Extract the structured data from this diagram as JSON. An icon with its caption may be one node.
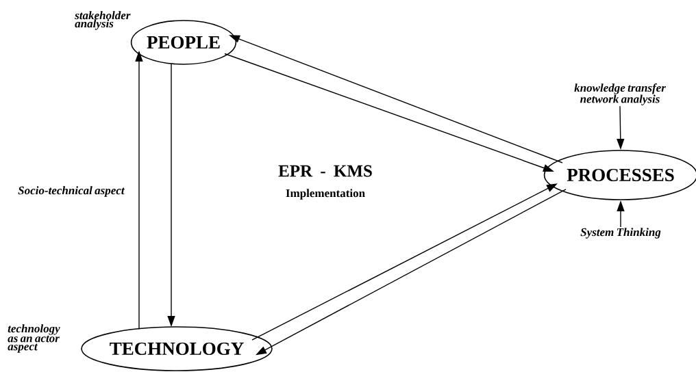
{
  "diagram": {
    "nodes": [
      {
        "text": [
          "PEOPLE"
        ],
        "beside": [
          "stakeholder analysis"
        ]
      },
      {
        "text": [
          "PROCESSES"
        ]
      },
      {
        "text": [
          "TECHNOLOGY"
        ],
        "beside": [
          "technology as an actor aspect"
        ]
      },
      {
        "text": [
          "knowledge transfer network analysis"
        ]
      },
      {
        "text": [
          "System Thinking"
        ]
      }
    ],
    "edges": [
      {
        "from": 1,
        "to": 0,
        "arrow": "to"
      },
      {
        "from": 0,
        "to": 1,
        "arrow": "to"
      },
      {
        "from": 0,
        "to": 2,
        "arrow": "to"
      },
      {
        "from": 2,
        "to": 0,
        "arrow": "to"
      },
      {
        "from": 2,
        "to": 1,
        "arrow": "to"
      },
      {
        "from": 1,
        "to": 2,
        "arrow": "to"
      },
      {
        "from": 3,
        "to": 1,
        "arrow": "to"
      },
      {
        "from": 4,
        "to": 1,
        "arrow": "to"
      }
    ],
    "labels": [
      "Socio-technical aspect",
      "EPR - KMS",
      "Implementation"
    ]
  }
}
